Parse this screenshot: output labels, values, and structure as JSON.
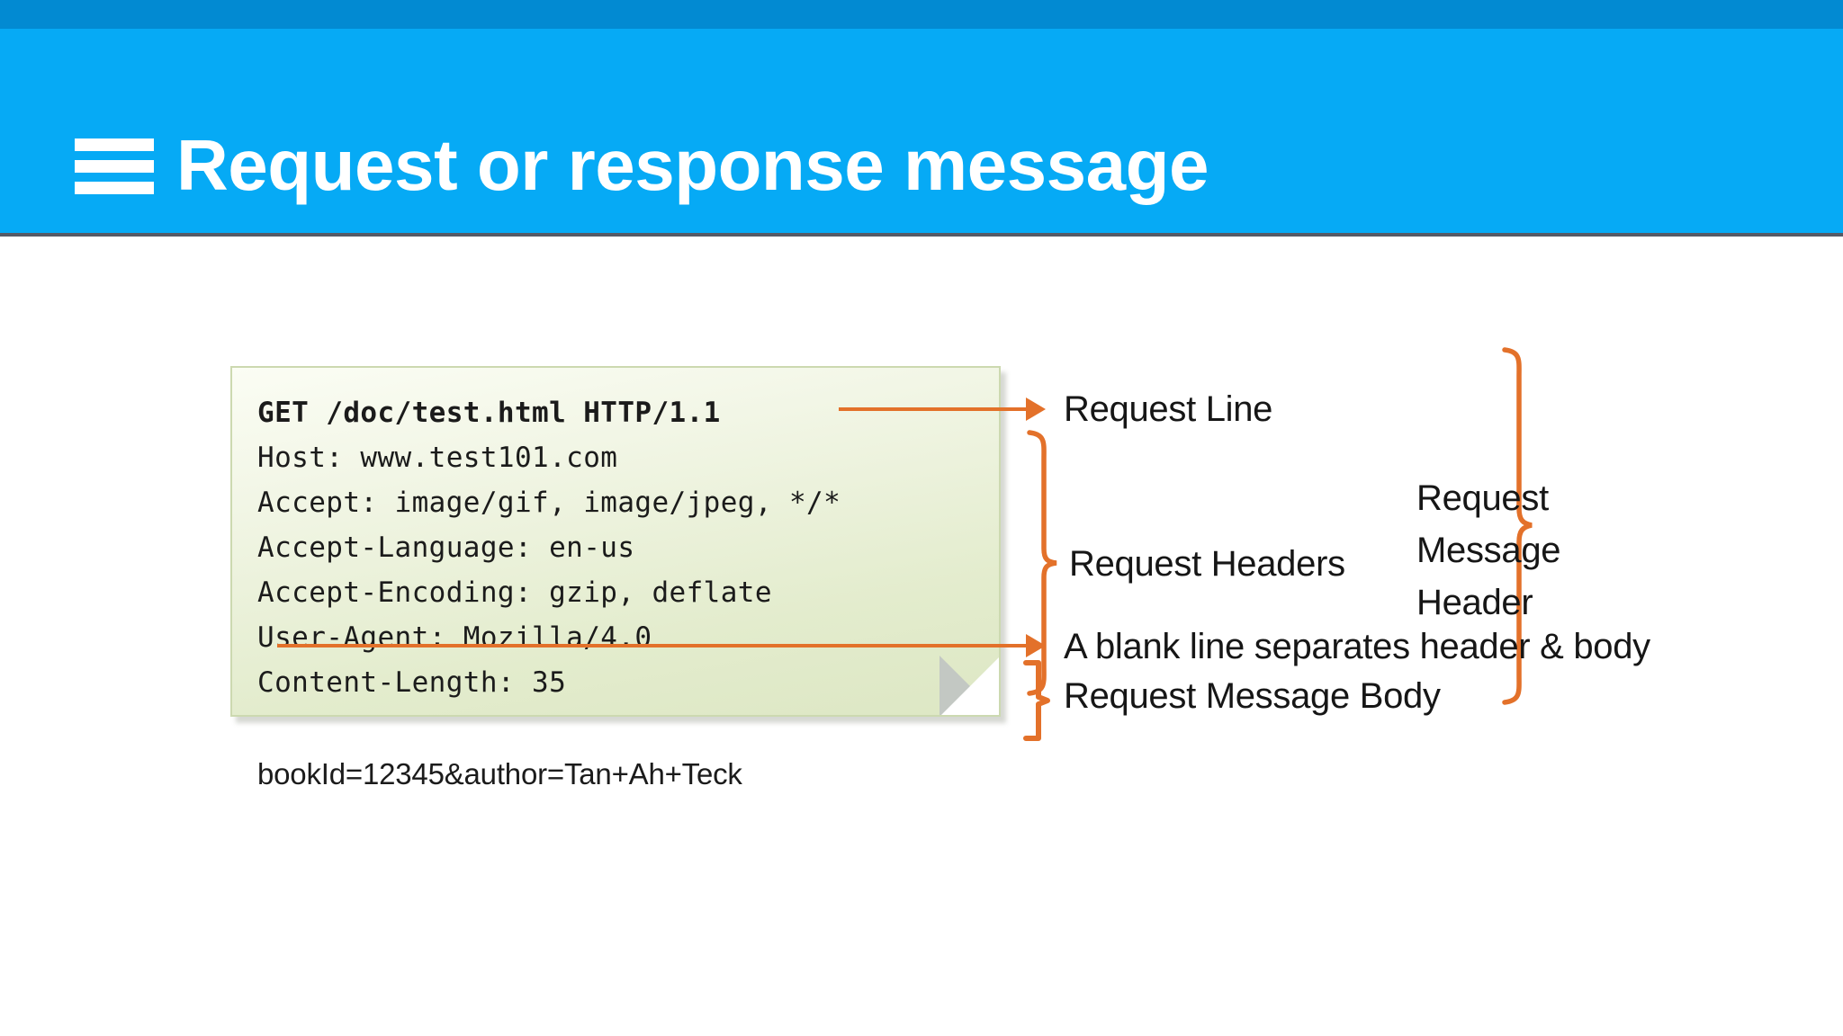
{
  "header": {
    "title": "Request or response message",
    "menu_icon": "hamburger-icon",
    "bar_color": "#06aaf5",
    "top_strip_color": "#028ad2",
    "title_color": "#ffffff"
  },
  "diagram": {
    "accent_color": "#e3712a",
    "card_border_color": "#ccd9b0",
    "card": {
      "request_line": "GET /doc/test.html HTTP/1.1",
      "headers": [
        "Host: www.test101.com",
        "Accept: image/gif, image/jpeg, */*",
        "Accept-Language: en-us",
        "Accept-Encoding: gzip, deflate",
        "User-Agent: Mozilla/4.0",
        "Content-Length: 35"
      ],
      "body": "bookId=12345&author=Tan+Ah+Teck"
    },
    "annotations": {
      "request_line": "Request Line",
      "request_headers": "Request Headers",
      "request_message_header": "Request\nMessage\nHeader",
      "blank_line": "A blank line separates header & body",
      "request_message_body": "Request Message Body"
    }
  }
}
